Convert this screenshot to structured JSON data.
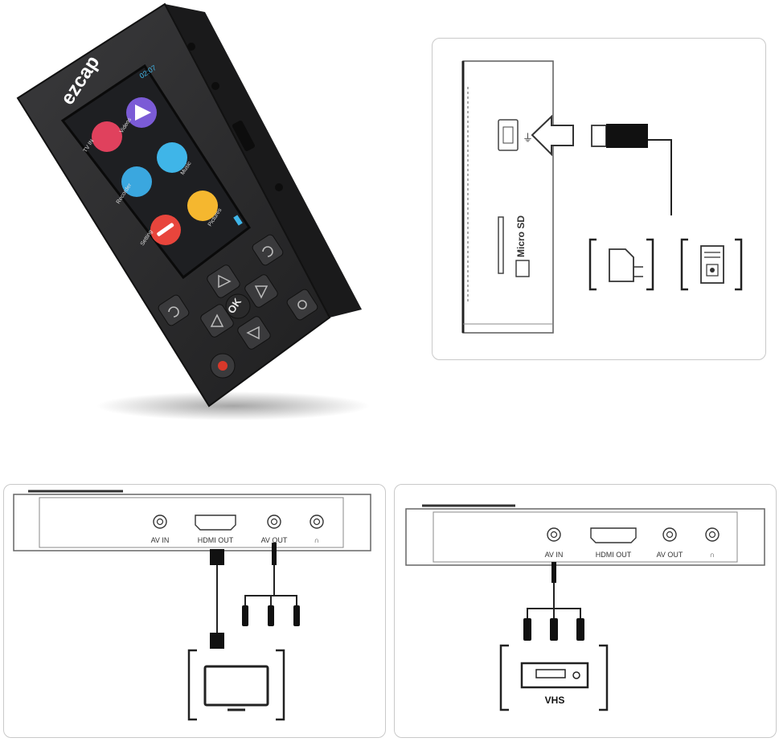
{
  "device": {
    "brand": "ezcap",
    "clock": "02:07",
    "menu": {
      "tv_in": "TV IN",
      "videos": "Videos",
      "music": "Music",
      "recorder": "Recorder",
      "pictures": "Pictures",
      "setting": "Setting"
    },
    "ok_label": "OK"
  },
  "top_panel": {
    "microsd_label": "Micro SD"
  },
  "bottom_left_panel": {
    "port_labels": [
      "AV IN",
      "HDMI OUT",
      "AV OUT",
      "∩"
    ]
  },
  "bottom_right_panel": {
    "port_labels": [
      "AV IN",
      "HDMI OUT",
      "AV OUT",
      "∩"
    ],
    "vhs_label": "VHS"
  },
  "colors": {
    "device_body": "#2b2b2c",
    "screen_bg": "#1e1f22",
    "tv_in_icon": "#e0415d",
    "videos_icon": "#7b5bd6",
    "music_icon": "#3fb5e8",
    "recorder_icon": "#3aa7df",
    "pictures_icon": "#f5b72f",
    "setting_icon": "#e8453c",
    "record_button": "#d8382a"
  }
}
